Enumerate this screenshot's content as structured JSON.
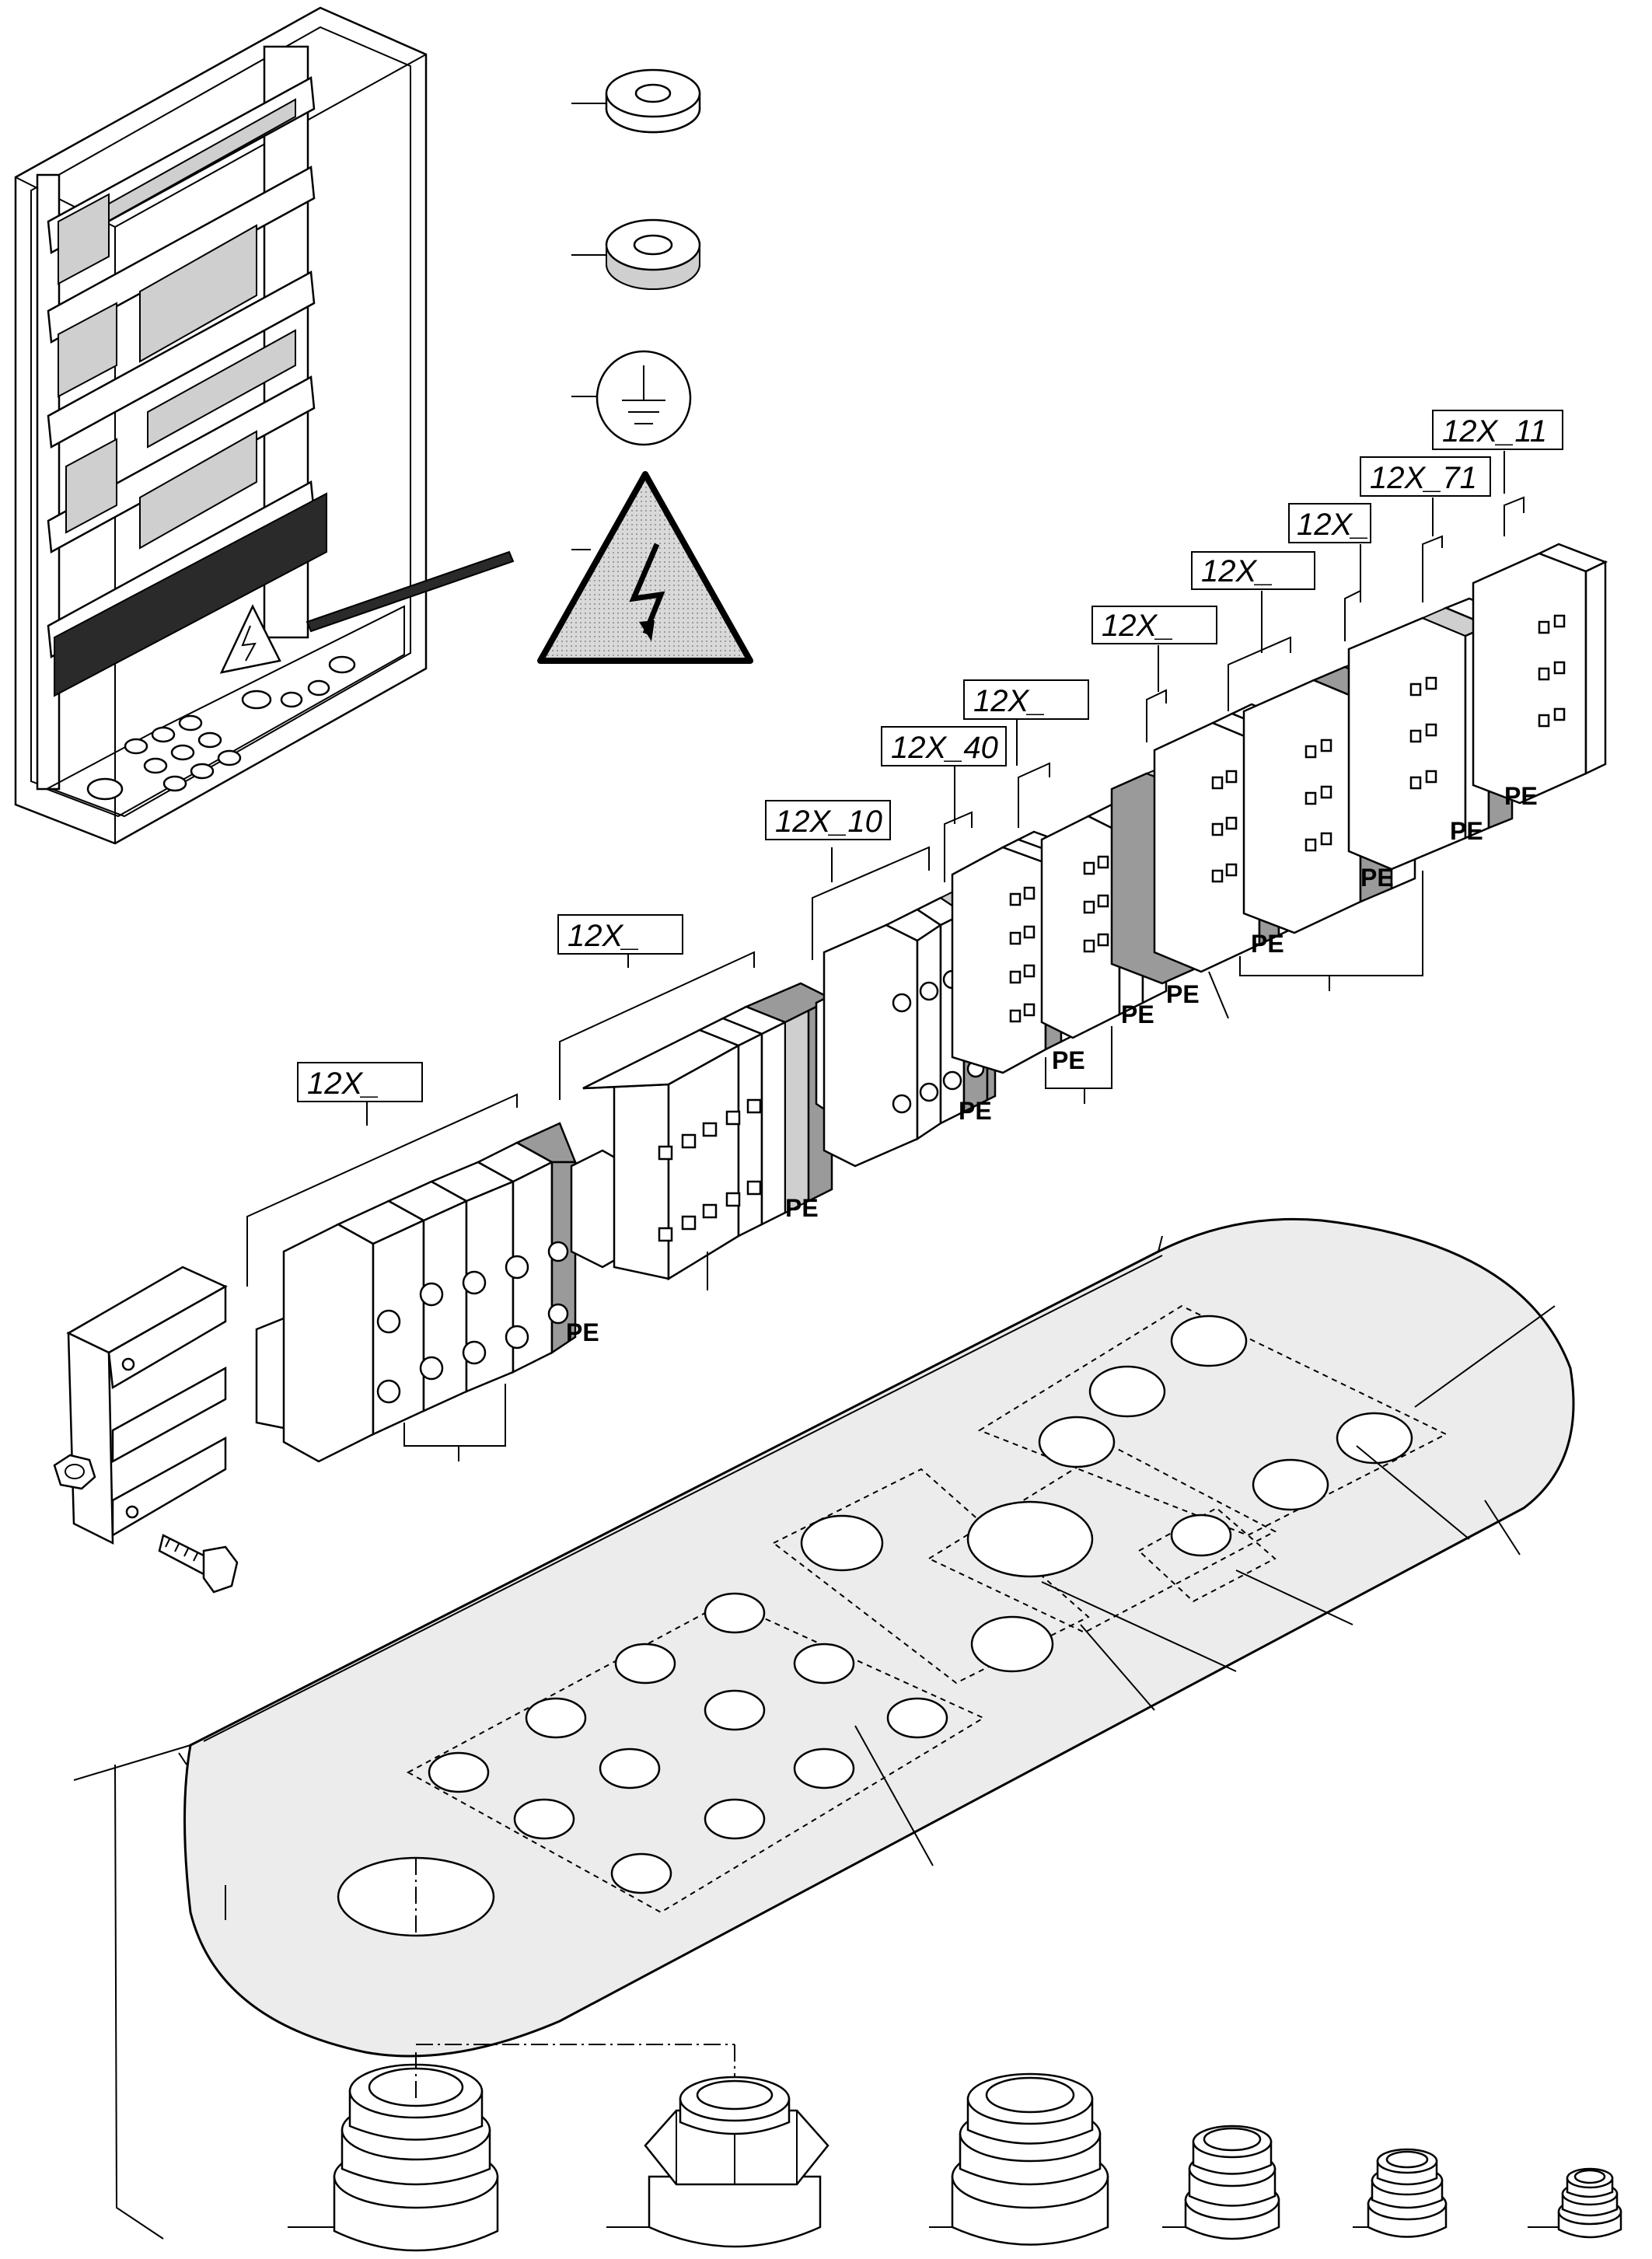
{
  "labels": {
    "tags": [
      "12X_11",
      "12X_71",
      "12X_",
      "12X_",
      "12X_",
      "12X_",
      "12X_40",
      "12X_10",
      "12X_",
      "12X_"
    ],
    "pe": "PE"
  }
}
